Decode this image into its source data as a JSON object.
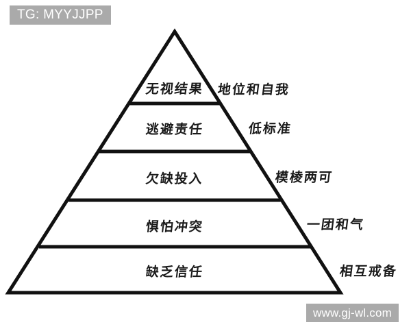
{
  "diagram": {
    "type": "pyramid",
    "tiers": [
      {
        "index": 1,
        "inner_label": "无视结果",
        "side_label": "地位和自我"
      },
      {
        "index": 2,
        "inner_label": "逃避责任",
        "side_label": "低标准"
      },
      {
        "index": 3,
        "inner_label": "欠缺投入",
        "side_label": "模棱两可"
      },
      {
        "index": 4,
        "inner_label": "惧怕冲突",
        "side_label": "一团和气"
      },
      {
        "index": 5,
        "inner_label": "缺乏信任",
        "side_label": "相互戒备"
      }
    ],
    "stroke_color": "#111111",
    "fill_color": "#ffffff"
  },
  "watermarks": {
    "top_left": "TG: MYYJJPP",
    "bottom_right": "www.gj-wl.com",
    "background_color": "#aaaaaa",
    "text_color": "#ffffff"
  }
}
